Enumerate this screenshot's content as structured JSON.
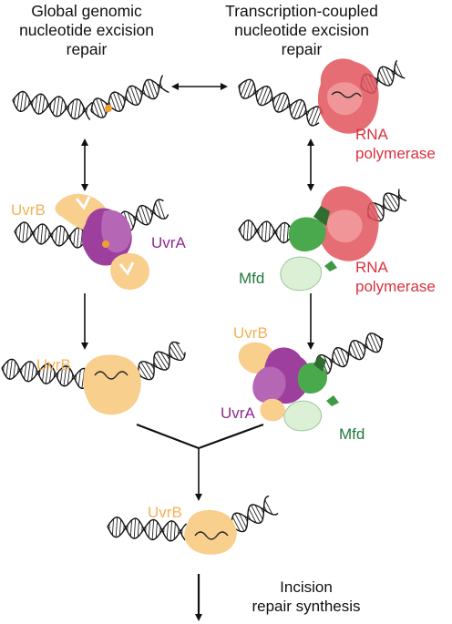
{
  "headers": {
    "left": [
      "Global genomic",
      "nucleotide excision",
      "repair"
    ],
    "right": [
      "Transcription-coupled",
      "nucleotide excision",
      "repair"
    ]
  },
  "labels": {
    "rna_pol_1": [
      "RNA",
      "polymerase"
    ],
    "uvrb_1": "UvrB",
    "uvra_1": "UvrA",
    "mfd_1": "Mfd",
    "rna_pol_2": [
      "RNA",
      "polymerase"
    ],
    "uvrb_2": "UvrB",
    "uvrb_3": "UvrB",
    "uvra_2": "UvrA",
    "mfd_2": "Mfd",
    "uvrb_4": "UvrB"
  },
  "final_step": [
    "Incision",
    "repair synthesis"
  ],
  "colors": {
    "uvrb": "#f8cf8c",
    "uvrb_text": "#f3b256",
    "uvra": "#9c3f9d",
    "uvra_text": "#8d2a8f",
    "rna_polymerase": "#e0535a",
    "rna_text": "#d9323e",
    "mfd": "#4aa94c",
    "mfd_text": "#1f7a3a",
    "lesion": "#f0a030"
  }
}
